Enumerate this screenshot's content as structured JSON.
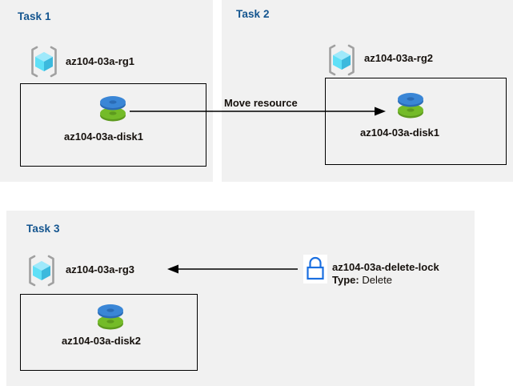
{
  "diagram": {
    "title_color": "#14558f",
    "panel_background": "#f1f1f1",
    "page_background": "#ffffff"
  },
  "panels": [
    {
      "id": "task1",
      "title": "Task 1",
      "resource_group": {
        "name": "az104-03a-rg1",
        "icon": "resource-group-icon"
      },
      "resource": {
        "name": "az104-03a-disk1",
        "icon": "managed-disk-icon"
      }
    },
    {
      "id": "task2",
      "title": "Task 2",
      "resource_group": {
        "name": "az104-03a-rg2",
        "icon": "resource-group-icon"
      },
      "resource": {
        "name": "az104-03a-disk1",
        "icon": "managed-disk-icon"
      }
    },
    {
      "id": "task3",
      "title": "Task 3",
      "resource_group": {
        "name": "az104-03a-rg3",
        "icon": "resource-group-icon"
      },
      "resource": {
        "name": "az104-03a-disk2",
        "icon": "managed-disk-icon"
      },
      "lock": {
        "name": "az104-03a-delete-lock",
        "type_label": "Type:",
        "type_value": "Delete",
        "icon": "lock-icon",
        "icon_color": "#1a6fe0"
      }
    }
  ],
  "connectors": [
    {
      "id": "move-resource",
      "label": "Move resource",
      "direction": "right"
    },
    {
      "id": "lock-applies-to-rg3",
      "label": "",
      "direction": "left"
    }
  ],
  "icons": {
    "resource_group": {
      "name": "resource-group-icon",
      "bracket_color": "#a0a0a0",
      "cube_top": "#9fe9fb",
      "cube_left": "#50dcf5",
      "cube_right": "#3cb9dd"
    },
    "managed_disk": {
      "name": "managed-disk-icon",
      "top_disc": "#3a86d6",
      "top_disc_dark": "#2a6bb5",
      "bottom_disc": "#74bb28",
      "bottom_disc_dark": "#5d9a1e"
    },
    "lock": {
      "name": "lock-icon",
      "stroke": "#1a6fe0"
    }
  }
}
